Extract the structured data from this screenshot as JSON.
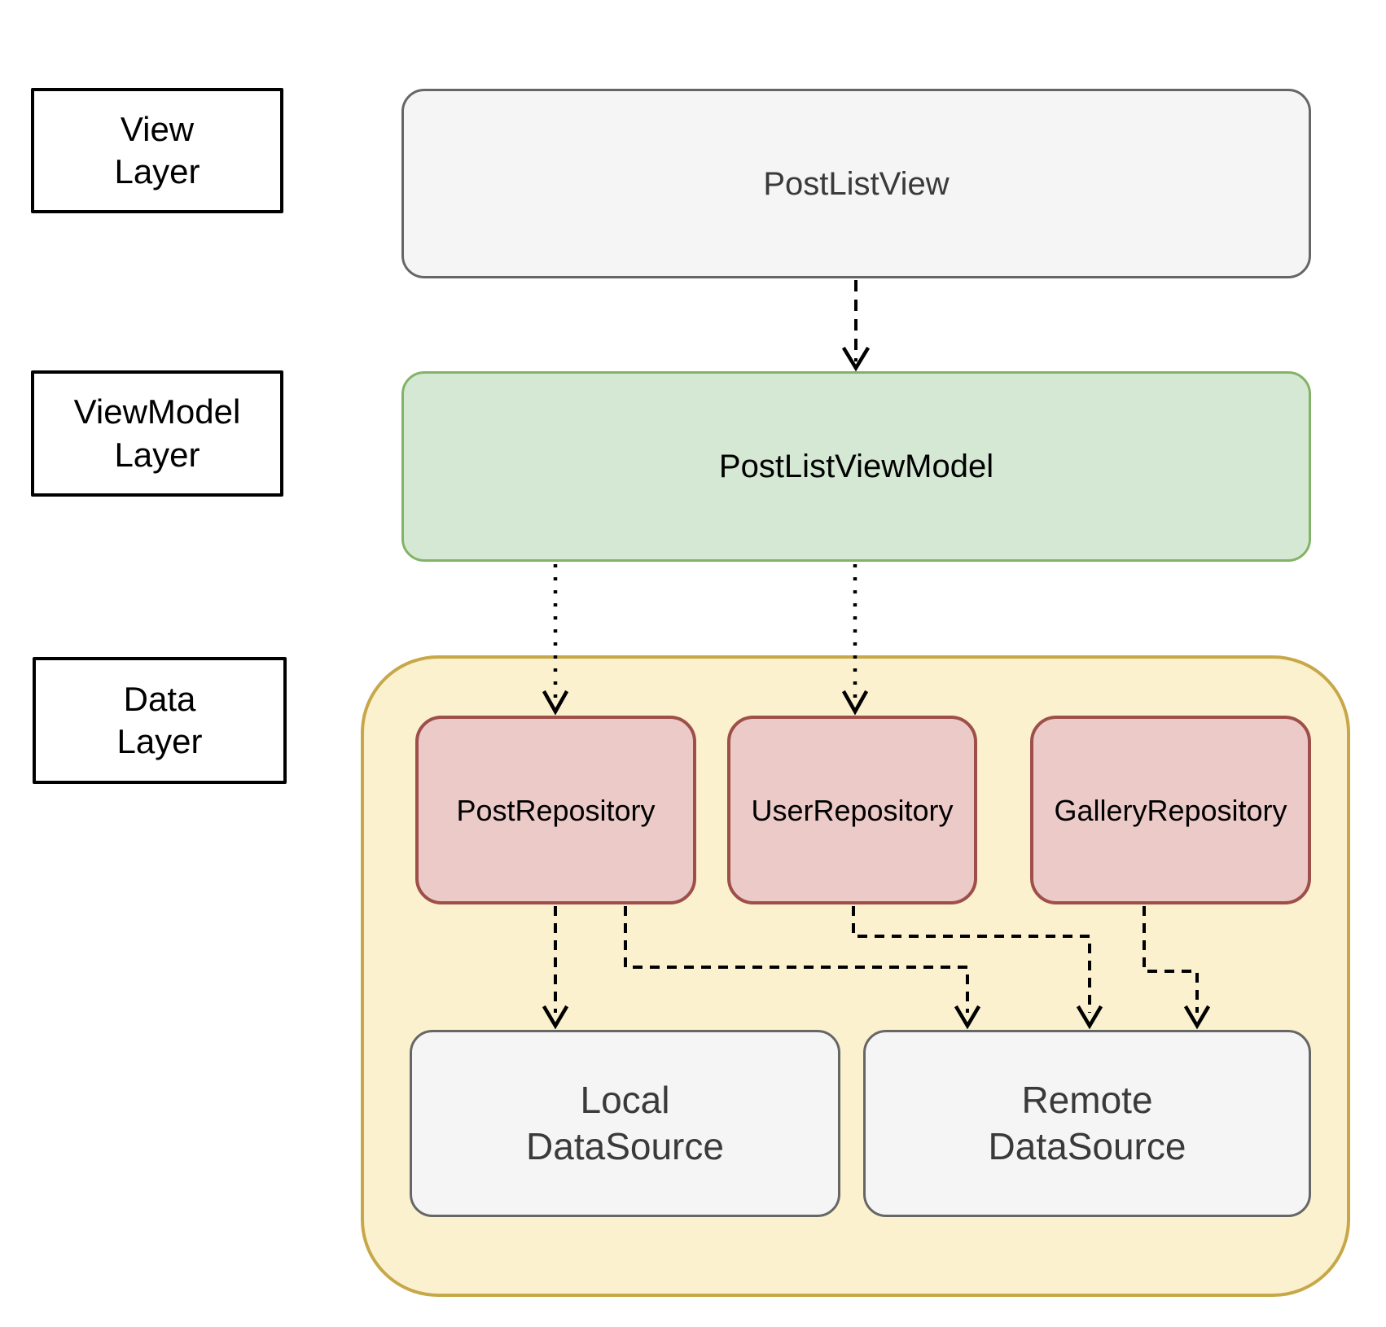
{
  "diagram": {
    "title_hint": "MVVM architecture diagram",
    "layers": [
      {
        "label": "View\nLayer"
      },
      {
        "label": "ViewModel\nLayer"
      },
      {
        "label": "Data\nLayer"
      }
    ],
    "nodes": {
      "post_list_view": "PostListView",
      "post_list_view_model": "PostListViewModel",
      "post_repository": "PostRepository",
      "user_repository": "UserRepository",
      "gallery_repository": "GalleryRepository",
      "local_data_source": "Local\nDataSource",
      "remote_data_source": "Remote\nDataSource"
    },
    "colors": {
      "view_box_fill": "#f5f5f5",
      "view_box_stroke": "#666666",
      "viewmodel_fill": "#d5e8d4",
      "viewmodel_stroke": "#82b366",
      "data_container_fill": "#fbf1cf",
      "data_container_stroke": "#c7a848",
      "repository_fill": "#eccac8",
      "repository_stroke": "#9e4f49",
      "datasource_fill": "#f5f5f5",
      "datasource_stroke": "#666666",
      "layer_label_stroke": "#000000",
      "arrow_color": "#000000"
    },
    "connections": [
      {
        "from": "PostListView",
        "to": "PostListViewModel",
        "style": "dashed"
      },
      {
        "from": "PostListViewModel",
        "to": "PostRepository",
        "style": "dotted"
      },
      {
        "from": "PostListViewModel",
        "to": "UserRepository",
        "style": "dotted"
      },
      {
        "from": "PostRepository",
        "to": "LocalDataSource",
        "style": "dashed"
      },
      {
        "from": "PostRepository",
        "to": "RemoteDataSource",
        "style": "dashed"
      },
      {
        "from": "UserRepository",
        "to": "RemoteDataSource",
        "style": "dashed"
      },
      {
        "from": "GalleryRepository",
        "to": "RemoteDataSource",
        "style": "dashed"
      }
    ]
  }
}
